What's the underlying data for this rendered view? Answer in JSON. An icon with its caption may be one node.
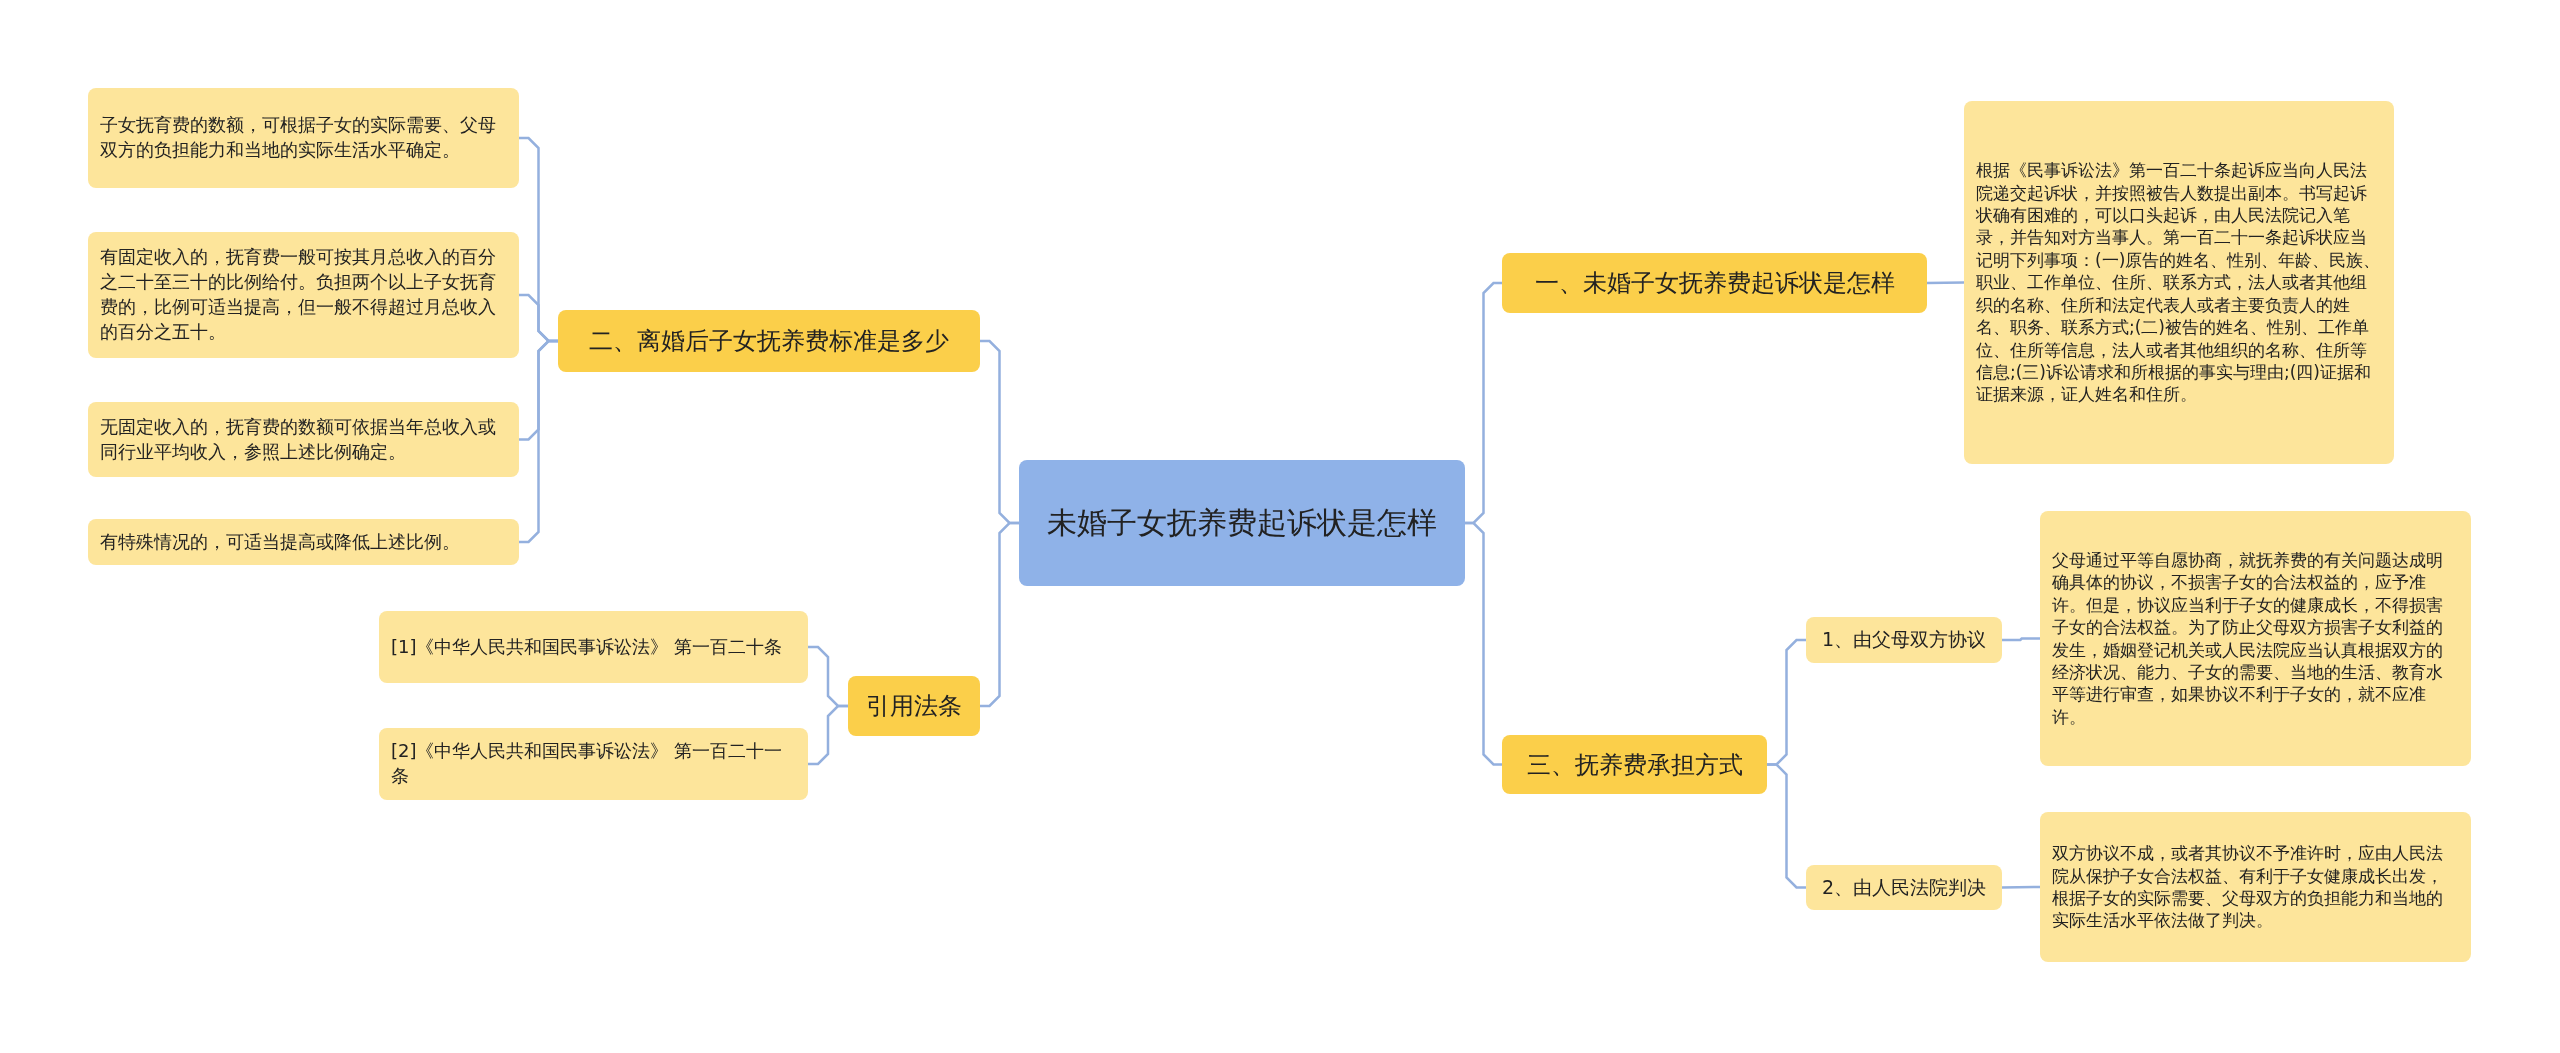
{
  "diagram": {
    "nodes": [
      {
        "text": [
          "未婚子女抚养费起诉状是怎样"
        ]
      },
      {
        "text": [
          "一、未婚子女抚养费起诉状是怎样"
        ]
      },
      {
        "text": [
          "根据《民事诉讼法》第一百二十条起诉应当向人民法院递交起诉状，并按照被告人数提出副本。书写起诉状确有困难的，可以口头起诉，由人民法院记入笔录，并告知对方当事人。第一百二十一条起诉状应当记明下列事项：(一)原告的姓名、性别、年龄、民族、职业、工作单位、住所、联系方式，法人或者其他组织的名称、住所和法定代表人或者主要负责人的姓名、职务、联系方式;(二)被告的姓名、性别、工作单位、住所等信息，法人或者其他组织的名称、住所等信息;(三)诉讼请求和所根据的事实与理由;(四)证据和证据来源，证人姓名和住所。"
        ]
      },
      {
        "text": [
          "三、抚养费承担方式"
        ]
      },
      {
        "text": [
          "1、由父母双方协议"
        ]
      },
      {
        "text": [
          "父母通过平等自愿协商，就抚养费的有关问题达成明确具体的协议，不损害子女的合法权益的，应予准许。但是，协议应当利于子女的健康成长，不得损害子女的合法权益。为了防止父母双方损害子女利益的发生，婚姻登记机关或人民法院应当认真根据双方的经济状况、能力、子女的需要、当地的生活、教育水平等进行审查，如果协议不利于子女的，就不应准许。"
        ]
      },
      {
        "text": [
          "2、由人民法院判决"
        ]
      },
      {
        "text": [
          "双方协议不成，或者其协议不予准许时，应由人民法院从保护子女合法权益、有利于子女健康成长出发，根据子女的实际需要、父母双方的负担能力和当地的实际生活水平依法做了判决。"
        ]
      },
      {
        "text": [
          "二、离婚后子女抚养费标准是多少"
        ]
      },
      {
        "text": [
          "子女抚育费的数额，可根据子女的实际需要、父母双方的负担能力和当地的实际生活水平确定。"
        ]
      },
      {
        "text": [
          "有固定收入的，抚育费一般可按其月总收入的百分之二十至三十的比例给付。负担两个以上子女抚育费的，比例可适当提高，但一般不得超过月总收入的百分之五十。"
        ]
      },
      {
        "text": [
          "无固定收入的，抚育费的数额可依据当年总收入或同行业平均收入，参照上述比例确定。"
        ]
      },
      {
        "text": [
          "有特殊情况的，可适当提高或降低上述比例。"
        ]
      },
      {
        "text": [
          "引用法条"
        ]
      },
      {
        "text": [
          "[1]《中华人民共和国民事诉讼法》 第一百二十条"
        ]
      },
      {
        "text": [
          "[2]《中华人民共和国民事诉讼法》 第一百二十一条"
        ]
      }
    ],
    "edges": [
      {
        "from": 0,
        "to": 1,
        "arrow": "none"
      },
      {
        "from": 1,
        "to": 2,
        "arrow": "none"
      },
      {
        "from": 0,
        "to": 3,
        "arrow": "none"
      },
      {
        "from": 3,
        "to": 4,
        "arrow": "none"
      },
      {
        "from": 4,
        "to": 5,
        "arrow": "none"
      },
      {
        "from": 3,
        "to": 6,
        "arrow": "none"
      },
      {
        "from": 6,
        "to": 7,
        "arrow": "none"
      },
      {
        "from": 0,
        "to": 8,
        "arrow": "none"
      },
      {
        "from": 8,
        "to": 9,
        "arrow": "none"
      },
      {
        "from": 8,
        "to": 10,
        "arrow": "none"
      },
      {
        "from": 8,
        "to": 11,
        "arrow": "none"
      },
      {
        "from": 8,
        "to": 12,
        "arrow": "none"
      },
      {
        "from": 0,
        "to": 13,
        "arrow": "none"
      },
      {
        "from": 13,
        "to": 14,
        "arrow": "none"
      },
      {
        "from": 13,
        "to": 15,
        "arrow": "none"
      }
    ]
  }
}
